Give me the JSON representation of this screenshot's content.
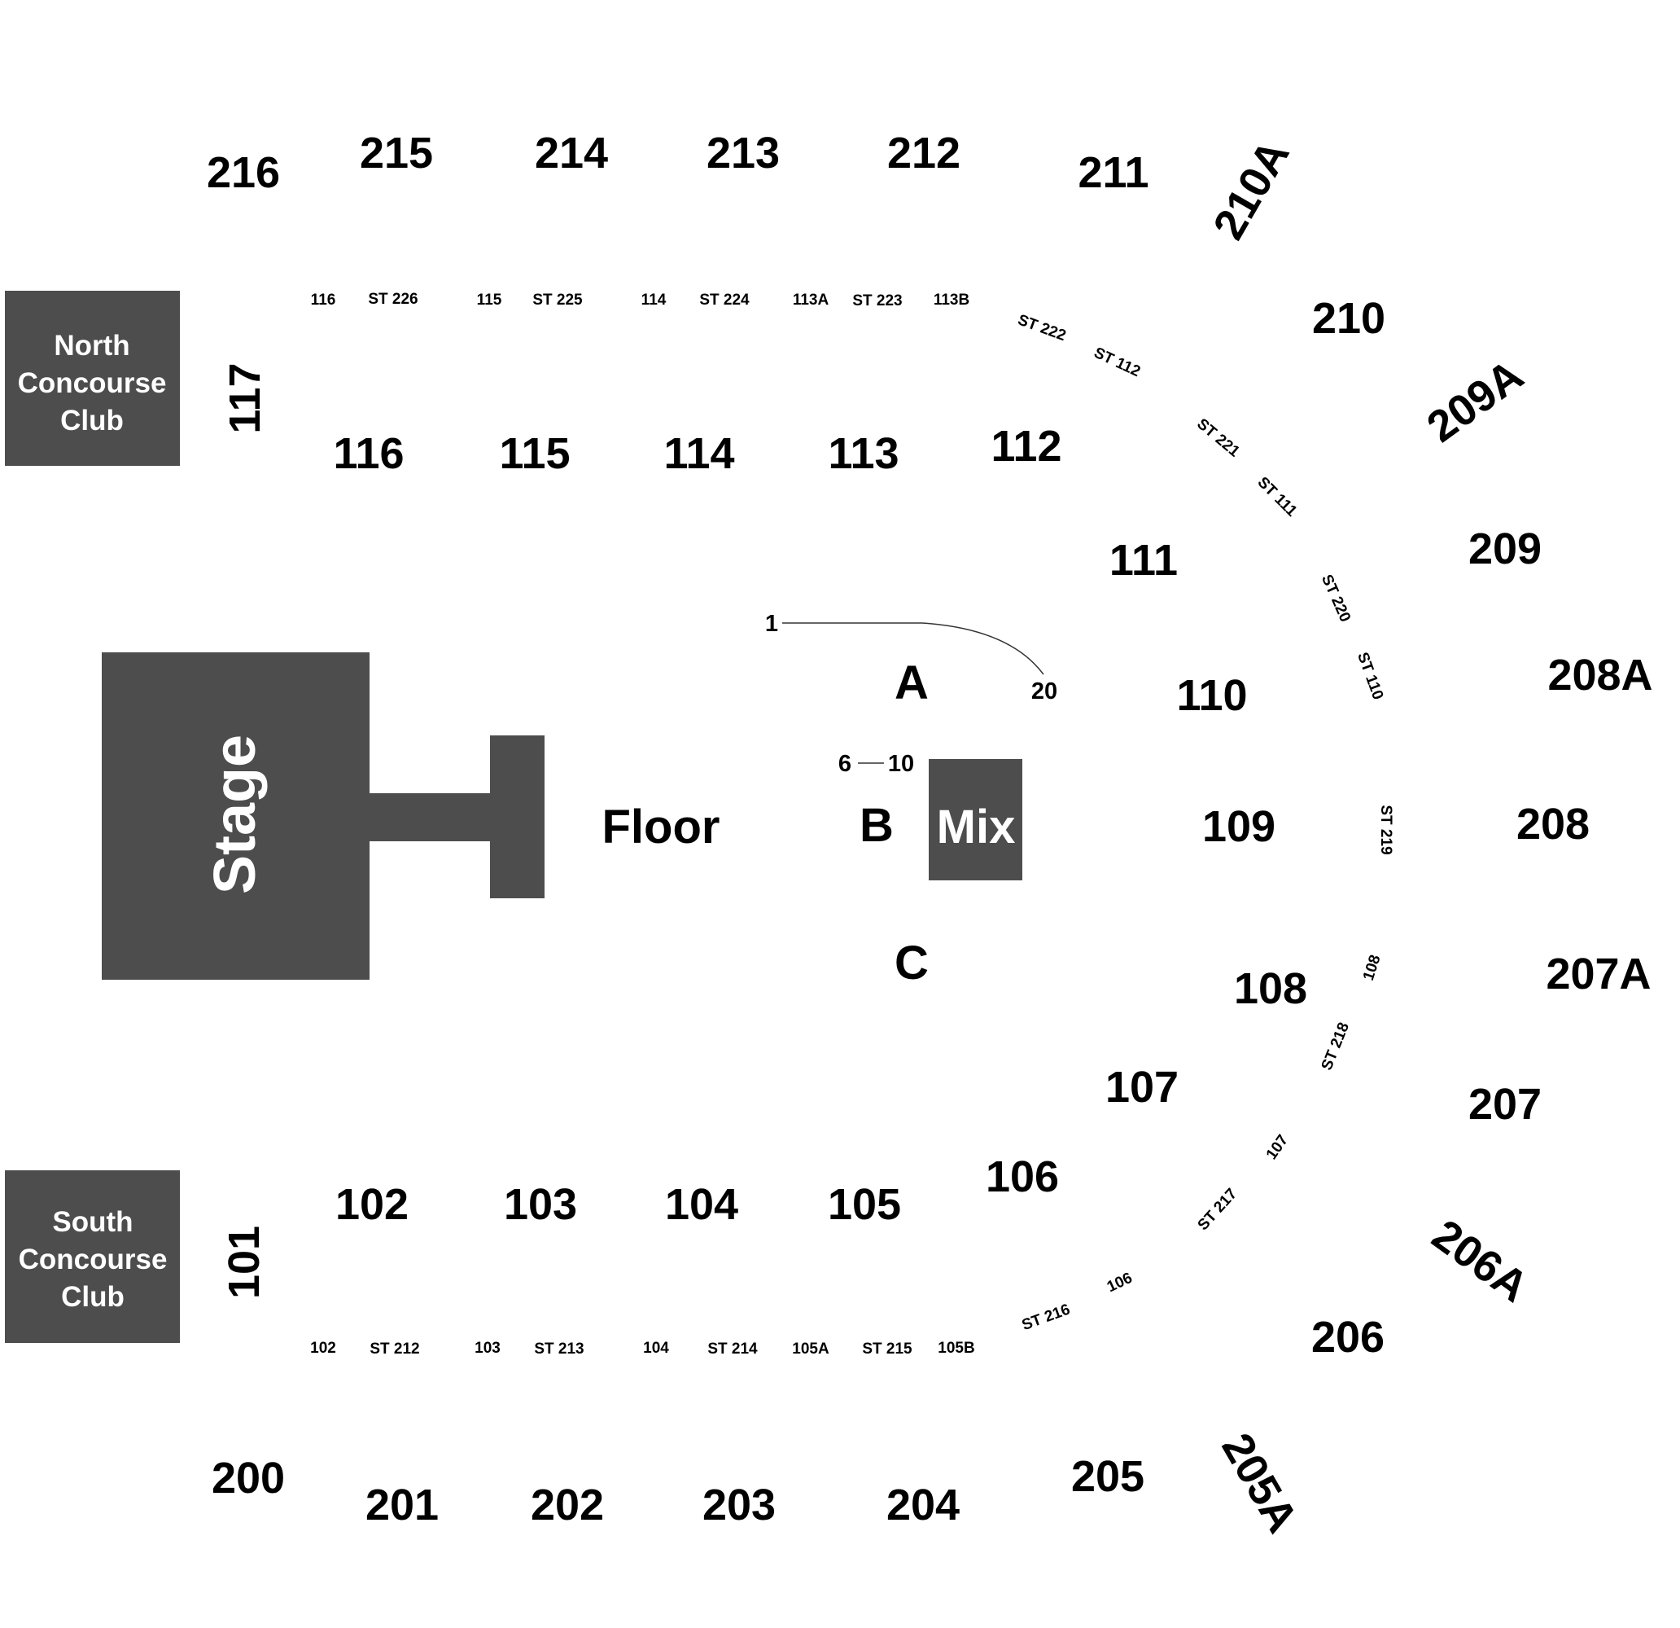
{
  "venue": {
    "stage_label": "Stage",
    "floor_label": "Floor",
    "mix_label": "Mix",
    "north_club": [
      "North",
      "Concourse",
      "Club"
    ],
    "south_club": [
      "South",
      "Concourse",
      "Club"
    ]
  },
  "floor_sections": {
    "a": "A",
    "b": "B",
    "c": "C",
    "row_range_a": [
      "1",
      "20"
    ],
    "row_range_b": [
      "6",
      "10"
    ]
  },
  "upper_sections": {
    "north": [
      "216",
      "215",
      "214",
      "213",
      "212",
      "211",
      "210A",
      "210",
      "209A",
      "209"
    ],
    "east": [
      "208A",
      "208",
      "207A",
      "207"
    ],
    "south": [
      "206A",
      "206",
      "205A",
      "205",
      "204",
      "203",
      "202",
      "201",
      "200"
    ]
  },
  "lower_sections": {
    "north": [
      "117",
      "116",
      "115",
      "114",
      "113",
      "112",
      "111"
    ],
    "east": [
      "110",
      "109",
      "108",
      "107",
      "106"
    ],
    "south": [
      "105",
      "104",
      "103",
      "102",
      "101"
    ]
  },
  "suites_north": [
    "116",
    "ST 226",
    "115",
    "ST 225",
    "114",
    "ST 224",
    "113A",
    "ST 223",
    "113B",
    "ST 222",
    "ST 112",
    "ST 221",
    "ST 111",
    "ST 220",
    "ST 110"
  ],
  "suites_east": [
    "ST 219",
    "108",
    "ST 218",
    "107",
    "ST 217",
    "106",
    "ST 216"
  ],
  "suites_south": [
    "102",
    "ST 212",
    "103",
    "ST 213",
    "104",
    "ST 214",
    "105A",
    "ST 215",
    "105B"
  ],
  "colors": {
    "block_fill": "#4d4d4d",
    "text": "#000000",
    "label_on_block": "#ffffff",
    "background": "#ffffff"
  }
}
